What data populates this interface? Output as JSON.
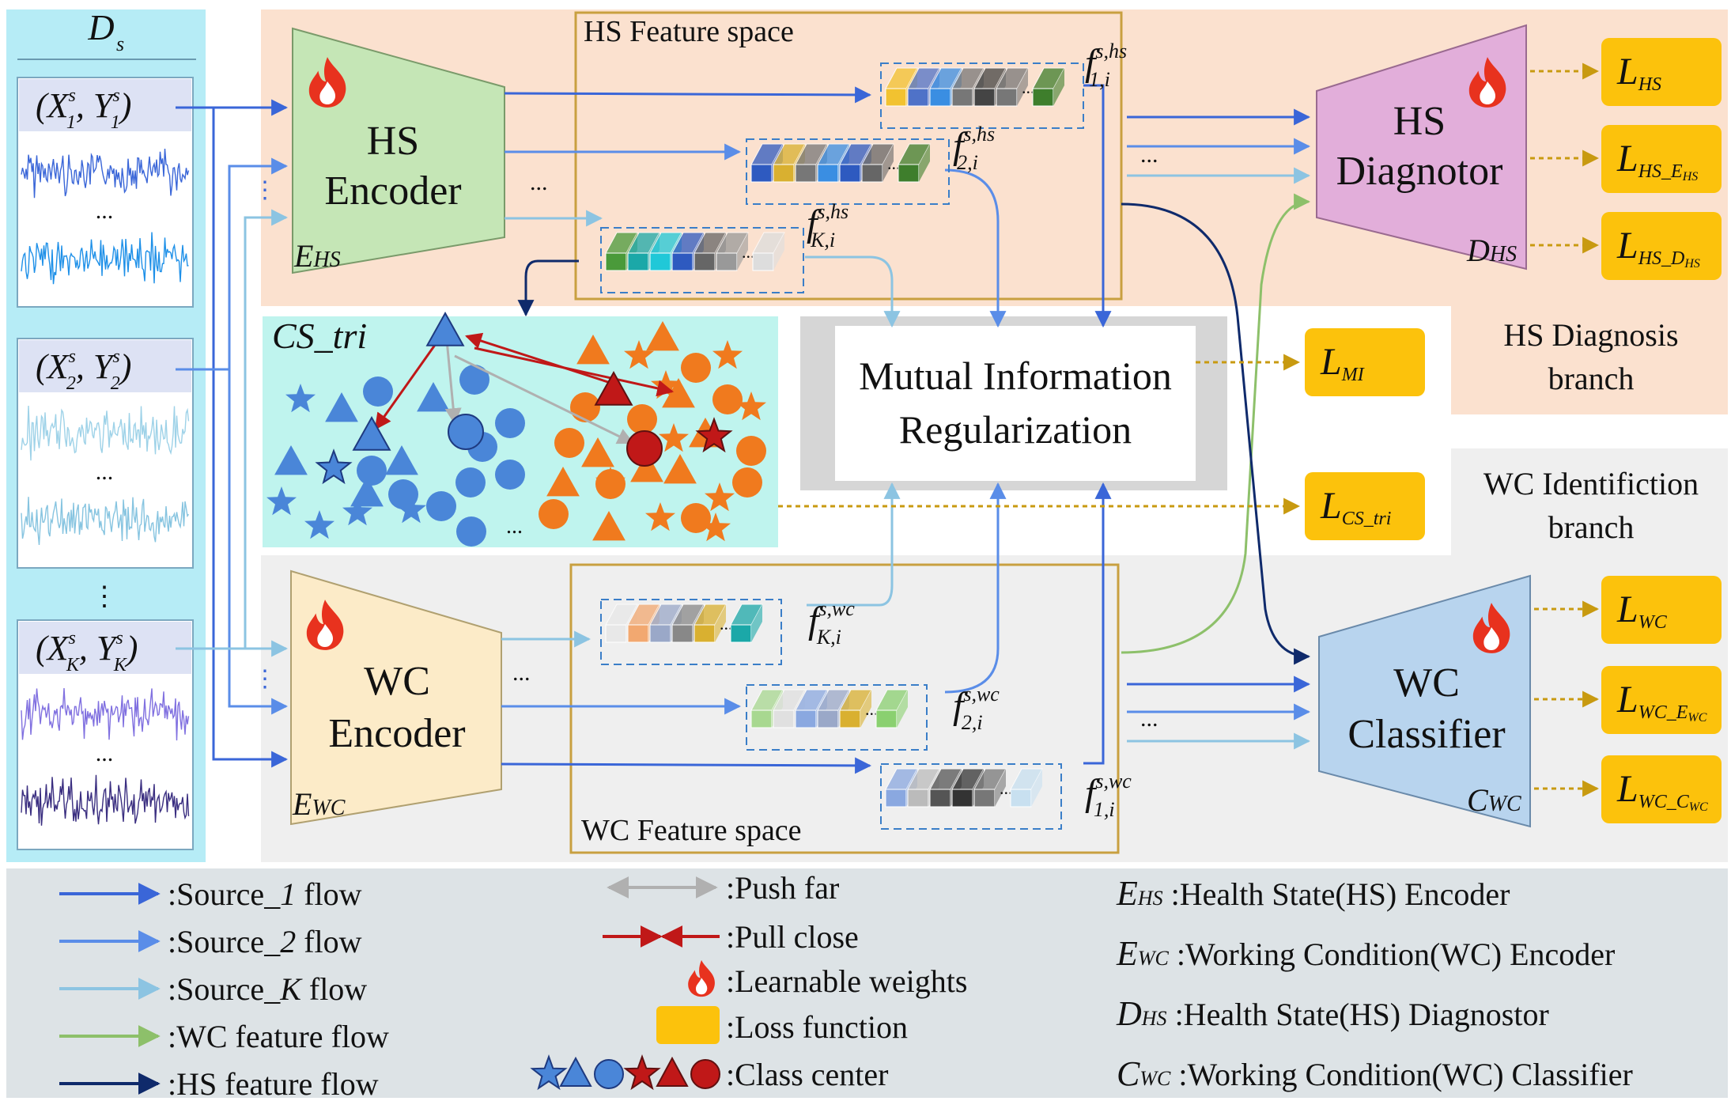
{
  "colors": {
    "source1": "#3A66D8",
    "source2": "#5A8DE8",
    "sourceK": "#8CC4E2",
    "wc_flow": "#8DC06A",
    "hs_flow": "#0F2A6B",
    "push": "#B0B0B0",
    "pull": "#C01818",
    "loss": "#FCC20C",
    "flame": "#E8321E",
    "blue_class": "#4A86D8",
    "orange_class": "#F07A1E"
  },
  "dataset": {
    "title": "D",
    "title_sub": "s",
    "dots": "⋮",
    "samples": [
      {
        "label": "(X",
        "sup": "s",
        "sub": "1",
        "mid": ", Y",
        "sub2": "1",
        "close": ")"
      },
      {
        "label": "(X",
        "sup": "s",
        "sub": "2",
        "mid": ", Y",
        "sub2": "2",
        "close": ")"
      },
      {
        "label": "(X",
        "sup": "s",
        "sub": "K",
        "mid": ", Y",
        "sub2": "K",
        "close": ")"
      }
    ],
    "inner_dots": "..."
  },
  "hs_encoder": {
    "line1": "HS",
    "line2": "Encoder",
    "sym": "E",
    "sym_sub": "HS"
  },
  "wc_encoder": {
    "line1": "WC",
    "line2": "Encoder",
    "sym": "E",
    "sym_sub": "WC"
  },
  "hs_feature_space": {
    "title": "HS Feature space",
    "features": [
      {
        "f": "f",
        "sup": "s,hs",
        "sub": "1,i"
      },
      {
        "f": "f",
        "sup": "s,hs",
        "sub": "2,i"
      },
      {
        "f": "f",
        "sup": "s,hs",
        "sub": "K,i"
      }
    ]
  },
  "wc_feature_space": {
    "title": "WC Feature space",
    "features": [
      {
        "f": "f",
        "sup": "s,wc",
        "sub": "K,i"
      },
      {
        "f": "f",
        "sup": "s,wc",
        "sub": "2,i"
      },
      {
        "f": "f",
        "sup": "s,wc",
        "sub": "1,i"
      }
    ]
  },
  "mi_box": {
    "line1": "Mutual Information",
    "line2": "Regularization"
  },
  "cs_tri": {
    "label": "CS_tri",
    "dots": "..."
  },
  "hs_diagnotor": {
    "line1": "HS",
    "line2": "Diagnotor",
    "sym": "D",
    "sym_sub": "HS"
  },
  "wc_classifier": {
    "line1": "WC",
    "line2": "Classifier",
    "sym": "C",
    "sym_sub": "WC"
  },
  "branch_labels": {
    "hs_line1": "HS Diagnosis",
    "hs_line2": "branch",
    "wc_line1": "WC Identifiction",
    "wc_line2": "branch"
  },
  "losses": {
    "hs": [
      {
        "L": "L",
        "sub": "HS"
      },
      {
        "L": "L",
        "sub": "HS_E",
        "sub2": "HS"
      },
      {
        "L": "L",
        "sub": "HS_D",
        "sub2": "HS"
      }
    ],
    "mi": {
      "L": "L",
      "sub": "MI"
    },
    "cs": {
      "L": "L",
      "sub": "CS_tri"
    },
    "wc": [
      {
        "L": "L",
        "sub": "WC"
      },
      {
        "L": "L",
        "sub": "WC_E",
        "sub2": "WC"
      },
      {
        "L": "L",
        "sub": "WC_C",
        "sub2": "WC"
      }
    ]
  },
  "ellipsis": "...",
  "legend": {
    "col1": [
      {
        "key": "source1",
        "text": ":Source_",
        "em": "1",
        "tail": " flow"
      },
      {
        "key": "source2",
        "text": ":Source_",
        "em": "2",
        "tail": " flow"
      },
      {
        "key": "sourceK",
        "text": ":Source_",
        "em": "K",
        "tail": " flow"
      },
      {
        "key": "wc_flow",
        "text": ":WC feature flow"
      },
      {
        "key": "hs_flow",
        "text": ":HS feature flow"
      }
    ],
    "col2": [
      {
        "key": "push",
        "text": ":Push far"
      },
      {
        "key": "pull",
        "text": ":Pull close"
      },
      {
        "key": "flame",
        "text": ":Learnable weights"
      },
      {
        "key": "loss",
        "text": ":Loss function"
      },
      {
        "key": "center",
        "text": ":Class center"
      }
    ],
    "col3": [
      {
        "sym": "E",
        "sub": "HS",
        "text": " :Health State(HS) Encoder"
      },
      {
        "sym": "E",
        "sub": "WC",
        "text": " :Working Condition(WC) Encoder"
      },
      {
        "sym": "D",
        "sub": "HS",
        "text": " :Health State(HS) Diagnostor"
      },
      {
        "sym": "C",
        "sub": "WC",
        "text": " :Working Condition(WC) Classifier"
      }
    ]
  },
  "hs_stacks": [
    [
      "#F2C230",
      "#4F72C8",
      "#3A8EE2",
      "#777777",
      "#444444",
      "#777777",
      "#3E7E2C"
    ],
    [
      "#2E5AC0",
      "#D9B030",
      "#777777",
      "#3A8EE2",
      "#2E5AC0",
      "#666666",
      "#3E7E2C"
    ],
    [
      "#4A9A3A",
      "#1BA8A8",
      "#20C8D8",
      "#2E5AC0",
      "#666666",
      "#999999",
      "#DDDDDD"
    ]
  ],
  "wc_stacks": [
    [
      "#E8E8E8",
      "#F2A870",
      "#9AA8C8",
      "#888888",
      "#D9B030",
      "#1BA8A8"
    ],
    [
      "#A8D890",
      "#E0E0E0",
      "#8AA8E0",
      "#9AA8C8",
      "#D9B030",
      "#8AD070"
    ],
    [
      "#8AA8E0",
      "#BBBBBB",
      "#555555",
      "#333333",
      "#777777",
      "#C8E0F0"
    ]
  ]
}
